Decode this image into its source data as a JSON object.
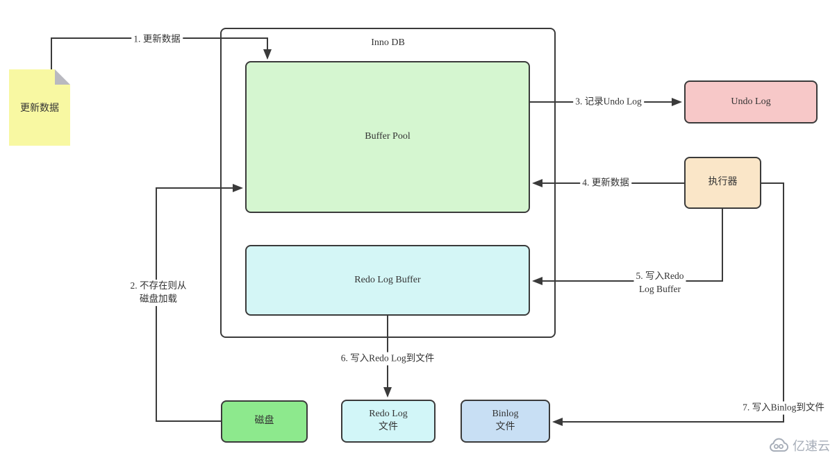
{
  "nodes": {
    "note": {
      "label": "更新数据",
      "fill": "#f8f8a2"
    },
    "innodb": {
      "label": "Inno DB",
      "fill": "#ffffff"
    },
    "buffer_pool": {
      "label": "Buffer Pool",
      "fill": "#d5f6d0"
    },
    "redo_buffer": {
      "label": "Redo Log Buffer",
      "fill": "#d4f6f6"
    },
    "undo_log": {
      "label": "Undo Log",
      "fill": "#f7c8c8"
    },
    "executor": {
      "label": "执行器",
      "fill": "#fae6c8"
    },
    "disk": {
      "label": "磁盘",
      "fill": "#8de98d"
    },
    "redo_file": {
      "line1": "Redo Log",
      "line2": "文件",
      "fill": "#d2f6f8"
    },
    "binlog_file": {
      "line1": "Binlog",
      "line2": "文件",
      "fill": "#c8dff4"
    }
  },
  "edges": {
    "e1": {
      "label": "1. 更新数据"
    },
    "e2": {
      "line1": "2. 不存在则从",
      "line2": "磁盘加载"
    },
    "e3": {
      "label": "3. 记录Undo Log"
    },
    "e4": {
      "label": "4. 更新数据"
    },
    "e5": {
      "line1": "5. 写入Redo",
      "line2": "Log Buffer"
    },
    "e6": {
      "label": "6. 写入Redo Log到文件"
    },
    "e7": {
      "label": "7. 写入Binlog到文件"
    }
  },
  "watermark": {
    "text": "亿速云"
  },
  "colors": {
    "line": "#3a3a3a",
    "text": "#333333",
    "watermark": "#a6adb8",
    "note_fold": "#b9b9c0"
  }
}
